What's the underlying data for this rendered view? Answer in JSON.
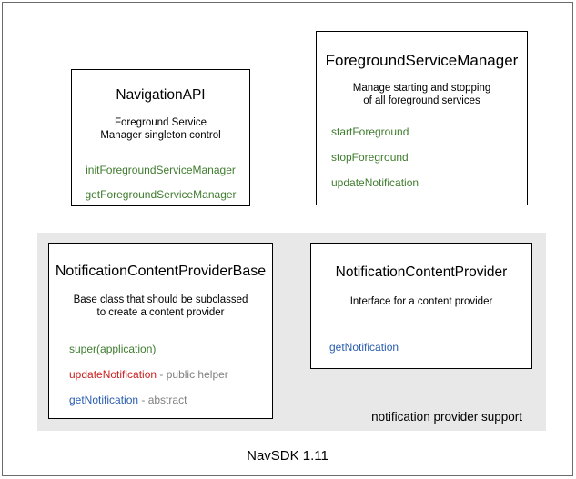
{
  "diagram": {
    "caption": "NavSDK 1.11",
    "group": {
      "label": "notification provider support"
    },
    "colors": {
      "green": "#3f7c2e",
      "red": "#cc2222",
      "blue": "#2a5db0",
      "gray_text": "#808080",
      "panel_bg": "#e8e8e8",
      "border": "#000000",
      "frame_border": "#6b6b6b"
    },
    "boxes": [
      {
        "id": "navigation-api",
        "title": "NavigationAPI",
        "description": "Foreground Service\nManager singleton control",
        "description_lines": [
          "Foreground Service",
          "Manager singleton control"
        ],
        "members": [
          {
            "name": "initForegroundServiceManager",
            "color": "green",
            "suffix": ""
          },
          {
            "name": "getForegroundServiceManager",
            "color": "green",
            "suffix": ""
          }
        ]
      },
      {
        "id": "foreground-service-manager",
        "title": "ForegroundServiceManager",
        "description": "Manage starting and stopping\nof all foreground services",
        "description_lines": [
          "Manage starting and stopping",
          "of all foreground services"
        ],
        "members": [
          {
            "name": "startForeground",
            "color": "green",
            "suffix": ""
          },
          {
            "name": "stopForeground",
            "color": "green",
            "suffix": ""
          },
          {
            "name": "updateNotification",
            "color": "green",
            "suffix": ""
          }
        ]
      },
      {
        "id": "notification-content-provider-base",
        "title": "NotificationContentProviderBase",
        "description": "Base class that should be subclassed\nto create a content provider",
        "description_lines": [
          "Base class that should be subclassed",
          "to create a content provider"
        ],
        "members": [
          {
            "name": "super(application)",
            "color": "green",
            "suffix": ""
          },
          {
            "name": "updateNotification",
            "color": "red",
            "suffix": " - public helper"
          },
          {
            "name": "getNotification",
            "color": "blue",
            "suffix": " - abstract"
          }
        ]
      },
      {
        "id": "notification-content-provider",
        "title": "NotificationContentProvider",
        "description": "Interface for a content provider",
        "description_lines": [
          "Interface for a content provider"
        ],
        "members": [
          {
            "name": "getNotification",
            "color": "blue",
            "suffix": ""
          }
        ]
      }
    ]
  }
}
